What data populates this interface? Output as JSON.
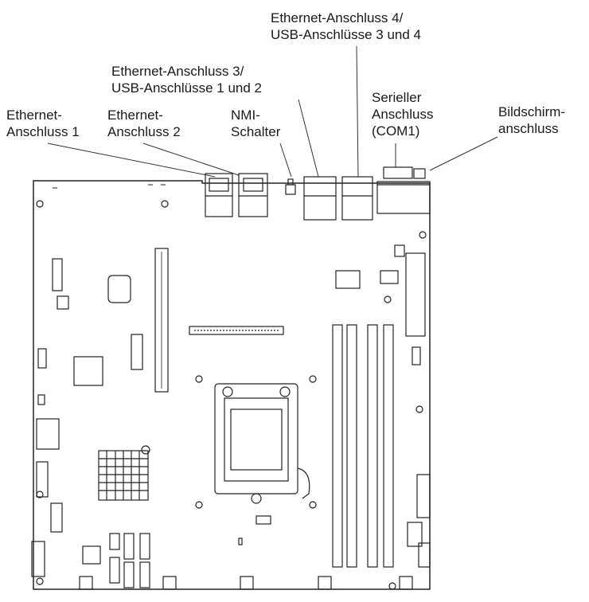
{
  "labels": {
    "eth4": [
      "Ethernet-Anschluss 4/",
      "USB-Anschlüsse 3 und 4"
    ],
    "eth3": [
      "Ethernet-Anschluss 3/",
      "USB-Anschlüsse 1 und 2"
    ],
    "eth1": [
      "Ethernet-",
      "Anschluss 1"
    ],
    "eth2": [
      "Ethernet-",
      "Anschluss 2"
    ],
    "nmi": [
      "NMI-",
      "Schalter"
    ],
    "serial": [
      "Serieller",
      "Anschluss",
      "(COM1)"
    ],
    "video": [
      "Bildschirm-",
      "anschluss"
    ]
  }
}
